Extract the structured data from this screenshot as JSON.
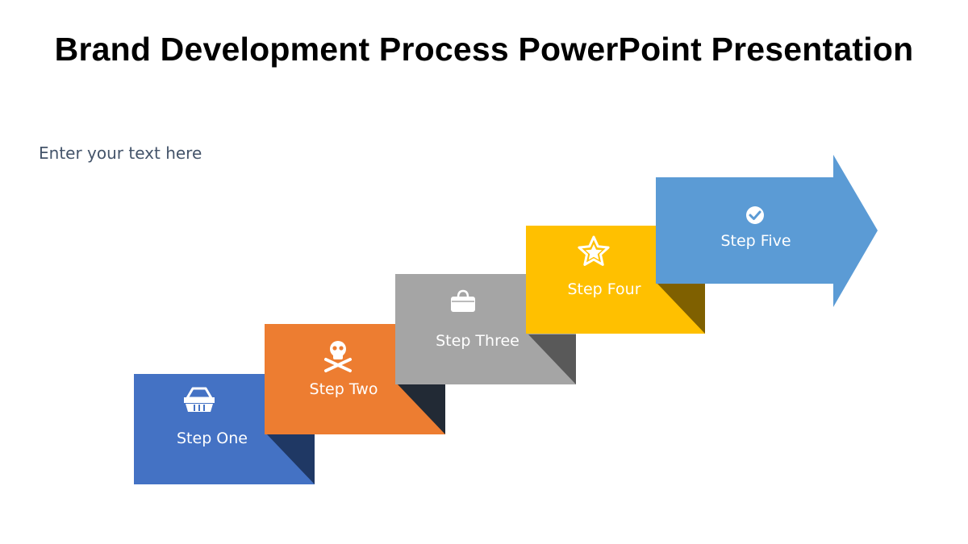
{
  "title": "Brand Development Process PowerPoint Presentation",
  "subtext": "Enter your text here",
  "steps": [
    {
      "label": "Step One",
      "icon": "basket-icon",
      "color": "#4472c4",
      "shadow": "#1f3864"
    },
    {
      "label": "Step Two",
      "icon": "skull-icon",
      "color": "#ed7d31",
      "shadow": "#222a35"
    },
    {
      "label": "Step Three",
      "icon": "bag-icon",
      "color": "#a5a5a5",
      "shadow": "#595959"
    },
    {
      "label": "Step Four",
      "icon": "star-icon",
      "color": "#ffc000",
      "shadow": "#7f6000"
    },
    {
      "label": "Step Five",
      "icon": "checkmark-icon",
      "color": "#5b9bd5",
      "shadow": "#5b9bd5"
    }
  ]
}
